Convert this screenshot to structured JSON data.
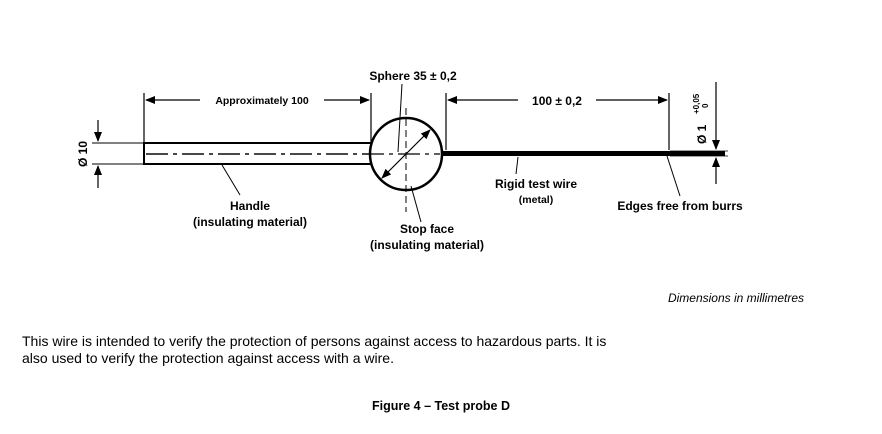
{
  "diagram": {
    "sphere_label": "Sphere 35 ± 0,2",
    "handle_length_label": "Approximately 100",
    "wire_length_label": "100 ± 0,2",
    "handle_diameter_label": "Ø 10",
    "wire_diameter_label": "Ø 1",
    "wire_tolerance_upper": "+0,05",
    "wire_tolerance_lower": "0",
    "handle_label": "Handle",
    "handle_material": "(insulating material)",
    "stop_face_label": "Stop face",
    "stop_face_material": "(insulating material)",
    "wire_label": "Rigid test wire",
    "wire_material": "(metal)",
    "edges_label": "Edges free from burrs"
  },
  "units_note": "Dimensions in millimetres",
  "description": {
    "line1": "This wire is intended to verify the protection of persons against access to hazardous parts. It is",
    "line2": "also used to verify the protection against access with a wire."
  },
  "caption": "Figure 4 – Test probe D"
}
